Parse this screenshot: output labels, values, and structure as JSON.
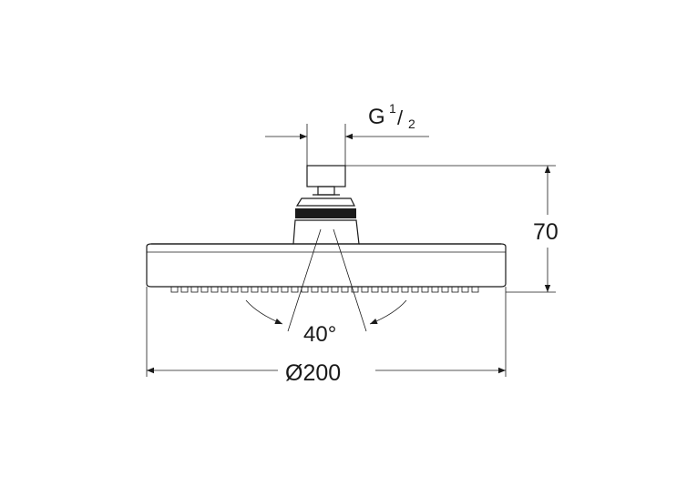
{
  "drawing": {
    "thread_label_main": "G",
    "thread_label_num": "1",
    "thread_label_slash": "/",
    "thread_label_den": "2",
    "height_label": "70",
    "angle_label": "40°",
    "diameter_label": "Ø200"
  },
  "colors": {
    "ink": "#1a1a1a",
    "background": "#ffffff"
  }
}
